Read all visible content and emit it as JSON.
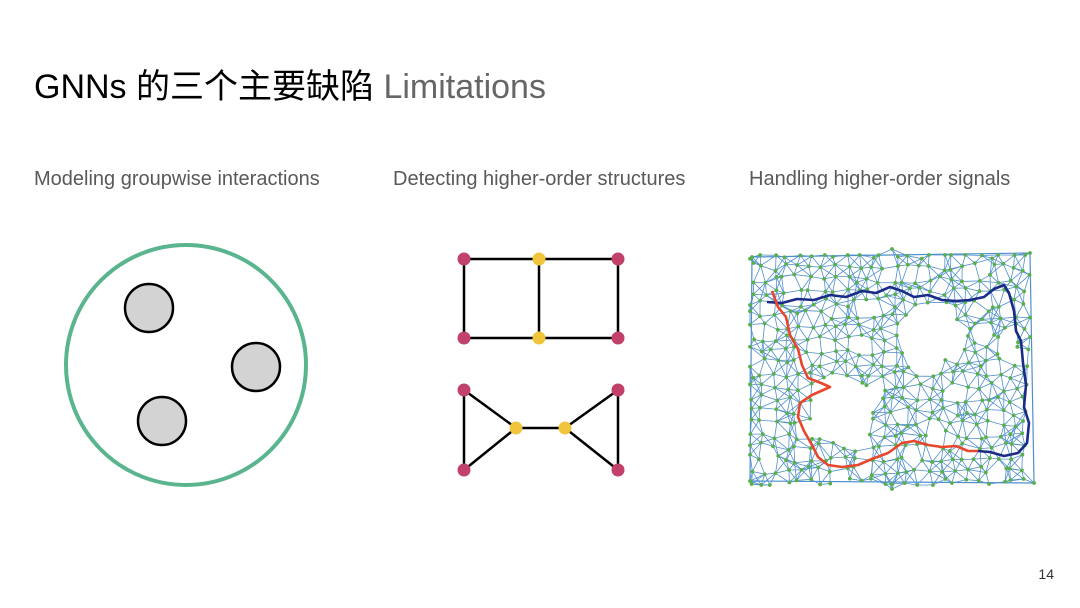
{
  "slide": {
    "title_cn": "GNNs 的三个主要缺陷",
    "title_en": "Limitations",
    "page_number": "14"
  },
  "panels": [
    {
      "label": "Modeling groupwise interactions"
    },
    {
      "label": "Detecting higher-order structures"
    },
    {
      "label": "Handling higher-order signals"
    }
  ],
  "colors": {
    "group_circle": "#5ab58f",
    "member_fill": "#d3d3d3",
    "node_magenta": "#c2416a",
    "node_yellow": "#f0c53c",
    "mesh_edge": "#4f8fcf",
    "mesh_node": "#58b048",
    "path_blue": "#1a2b86",
    "path_red": "#e8462d"
  }
}
